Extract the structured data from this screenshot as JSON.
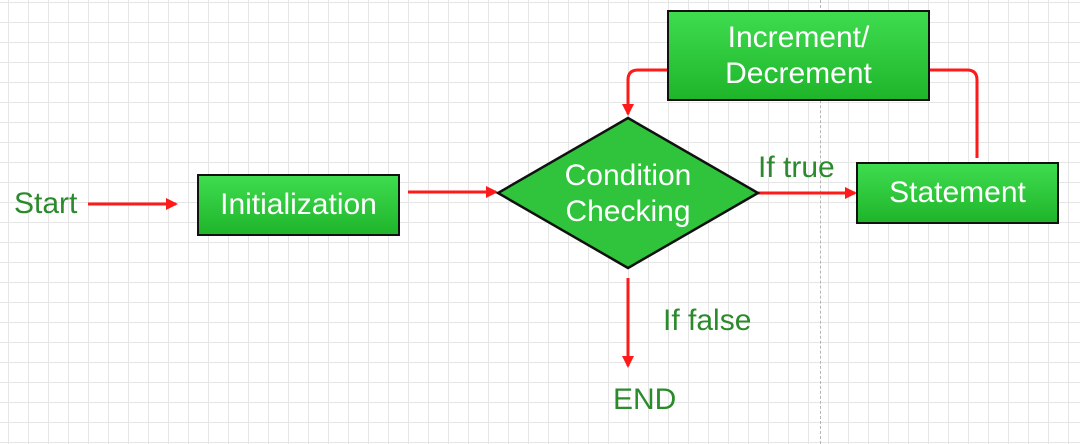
{
  "colors": {
    "text_green": "#2b8a2b",
    "arrow_red": "#ff1a1a",
    "box_green": "#2fc43b",
    "box_border": "#111111",
    "box_text": "#ffffff"
  },
  "labels": {
    "start": "Start",
    "end": "END",
    "if_true": "If true",
    "if_false": "If false"
  },
  "nodes": {
    "initialization": "Initialization",
    "condition_line1": "Condition",
    "condition_line2": "Checking",
    "increment_line1": "Increment/",
    "increment_line2": "Decrement",
    "statement": "Statement"
  }
}
